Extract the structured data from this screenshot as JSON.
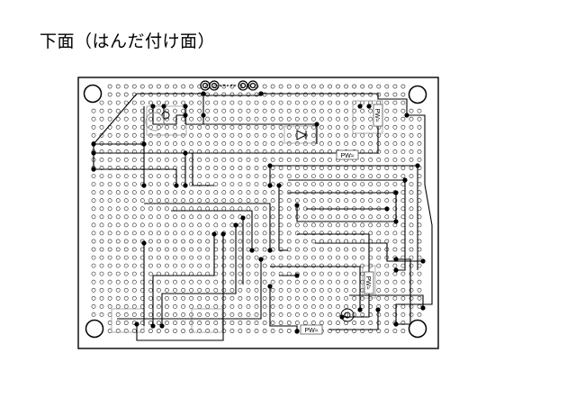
{
  "page": {
    "title": "下面（はんだ付け面）"
  },
  "board": {
    "description_colors": {
      "background": "#ffffff",
      "outline": "#000000",
      "hole": "#222222",
      "wire": "#000000",
      "part_box": "#888888"
    },
    "part_labels": {
      "resistor_1": "PW≈",
      "resistor_2": "PW≈",
      "resistor_3": "PW≈",
      "resistor_4": "PW≈",
      "resistor_5": "PW≈"
    }
  }
}
